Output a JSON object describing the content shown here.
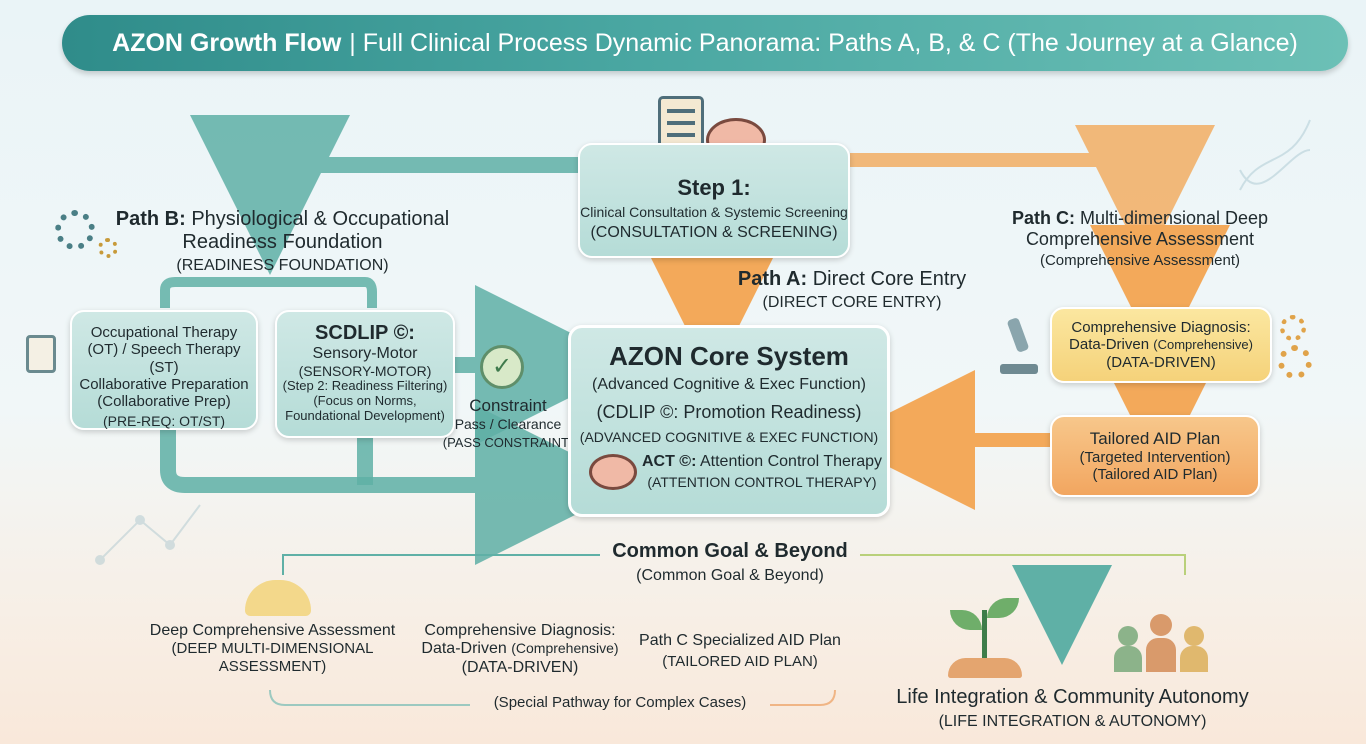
{
  "header": {
    "title_bold": "AZON Growth Flow",
    "title_rest": "| Full Clinical Process Dynamic Panorama: Paths A, B, & C (The Journey at a Glance)"
  },
  "step1": {
    "title": "Step 1:",
    "subtitle": "Clinical Consultation & Systemic Screening",
    "caps": "(CONSULTATION & SCREENING)"
  },
  "path_a": {
    "label_bold": "Path A:",
    "label_rest": "Direct Core Entry",
    "caps": "(DIRECT CORE ENTRY)"
  },
  "path_b": {
    "label_bold": "Path B:",
    "label_rest": "Physiological & Occupational",
    "line2": "Readiness Foundation",
    "caps": "(READINESS FOUNDATION)"
  },
  "path_c": {
    "label_bold": "Path C:",
    "label_rest": "Multi-dimensional Deep",
    "line2": "Comprehensive Assessment",
    "caps": "(Comprehensive Assessment)"
  },
  "ot_box": {
    "lines": [
      "Occupational Therapy",
      "(OT) / Speech Therapy (ST)",
      "Collaborative Preparation",
      "(Collaborative Prep)",
      "(PRE-REQ: OT/ST)"
    ]
  },
  "scdlip_box": {
    "title": "SCDLIP ©:",
    "line1": "Sensory-Motor",
    "line2": "(SENSORY-MOTOR)",
    "line3": "(Step 2: Readiness Filtering)",
    "line4": "(Focus on Norms,",
    "line5": "Foundational Development)"
  },
  "constraint": {
    "line1": "Constraint",
    "line2": "Pass / Clearance",
    "line3": "(PASS CONSTRAINT)"
  },
  "core": {
    "title": "AZON Core System",
    "line1": "(Advanced Cognitive & Exec Function)",
    "line2": "(CDLIP ©: Promotion Readiness)",
    "line3": "(ADVANCED COGNITIVE & EXEC FUNCTION)",
    "act_bold": "ACT ©:",
    "act_rest": "Attention Control Therapy",
    "act_caps": "(ATTENTION CONTROL THERAPY)"
  },
  "diag_box": {
    "line1": "Comprehensive Diagnosis:",
    "line2_main": "Data-Driven",
    "line2_small": "(Comprehensive)",
    "line3": "(DATA-DRIVEN)"
  },
  "aid_box": {
    "line1": "Tailored AID Plan",
    "line2": "(Targeted Intervention)",
    "line3": "(Tailored AID Plan)"
  },
  "goal": {
    "title": "Common Goal & Beyond",
    "subtitle": "(Common Goal & Beyond)"
  },
  "bottom": {
    "deep": [
      "Deep Comprehensive Assessment",
      "(DEEP MULTI-DIMENSIONAL",
      "ASSESSMENT)"
    ],
    "diag_line1": "Comprehensive Diagnosis:",
    "diag_line2_main": "Data-Driven",
    "diag_line2_small": "(Comprehensive)",
    "diag_line3": "(DATA-DRIVEN)",
    "aid": [
      "Path C Specialized AID Plan",
      "(TAILORED AID PLAN)"
    ],
    "special": "(Special Pathway for Complex Cases)",
    "life_title": "Life Integration & Community Autonomy",
    "life_caps": "(LIFE INTEGRATION & AUTONOMY)"
  },
  "colors": {
    "teal_arrow": "#5fb0a6",
    "orange_arrow": "#f3a95a",
    "title_bar": "#3a9a95"
  },
  "icons": [
    "clipboard-icon",
    "brain-icon",
    "gear-icon",
    "check-circle-icon",
    "microscope-icon",
    "plant-icon",
    "community-icon",
    "dna-icon"
  ]
}
